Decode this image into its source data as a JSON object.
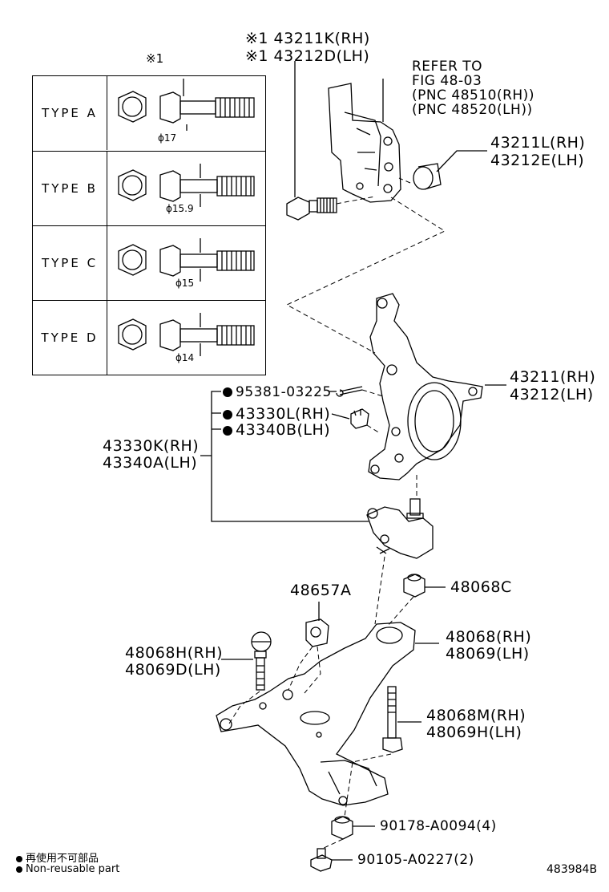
{
  "table": {
    "header": "※1",
    "rows": [
      {
        "type": "TYPE  A",
        "diameter": "ϕ17"
      },
      {
        "type": "TYPE  B",
        "diameter": "ϕ15.9"
      },
      {
        "type": "TYPE  C",
        "diameter": "ϕ15"
      },
      {
        "type": "TYPE  D",
        "diameter": "ϕ14"
      }
    ]
  },
  "labels": {
    "bolt_rh": "※1 43211K(RH)",
    "bolt_lh": "※1 43212D(LH)",
    "refer_1": "REFER TO",
    "refer_2": "FIG 48-03",
    "refer_3": "(PNC 48510(RH))",
    "refer_4": "(PNC 48520(LH))",
    "nut_rh": "43211L(RH)",
    "nut_lh": "43212E(LH)",
    "knuckle_rh": "43211(RH)",
    "knuckle_lh": "43212(LH)",
    "pin": "95381-03225",
    "ballnut_rh": "43330L(RH)",
    "ballnut_lh": "43340B(LH)",
    "ball_rh": "43330K(RH)",
    "ball_lh": "43340A(LH)",
    "bushing": "48657A",
    "nut_c": "48068C",
    "bolt_h_rh": "48068H(RH)",
    "bolt_h_lh": "48069D(LH)",
    "arm_rh": "48068(RH)",
    "arm_lh": "48069(LH)",
    "bolt_m_rh": "48068M(RH)",
    "bolt_m_lh": "48069H(LH)",
    "washer": "90178-A0094(4)",
    "bolt_small": "90105-A0227(2)"
  },
  "legend": {
    "line_1": "再使用不可部品",
    "line_2": "Non-reusable part"
  },
  "figure_id": "483984B"
}
